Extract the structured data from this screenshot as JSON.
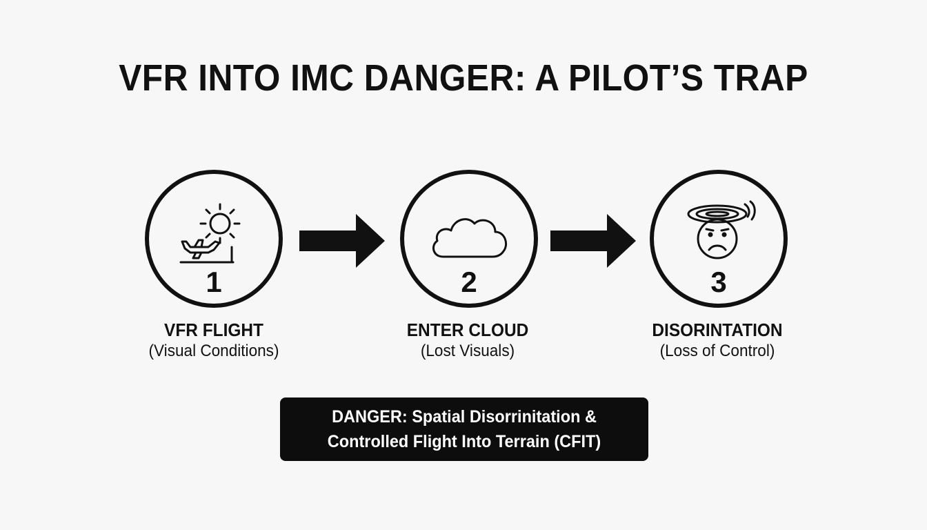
{
  "title": "VFR INTO IMC DANGER: A PILOT’S TRAP",
  "steps": [
    {
      "number": "1",
      "icon": "sun-airplane-icon",
      "label": "VFR FLIGHT",
      "sublabel": "(Visual Conditions)"
    },
    {
      "number": "2",
      "icon": "cloud-icon",
      "label": "ENTER CLOUD",
      "sublabel": "(Lost Visuals)"
    },
    {
      "number": "3",
      "icon": "dizzy-face-icon",
      "label": "DISORINTATION",
      "sublabel": "(Loss of Control)"
    }
  ],
  "danger": {
    "line1": "DANGER: Spatial Disorrinitation &",
    "line2": "Controlled Flight Into Terrain (CFIT)"
  },
  "colors": {
    "ink": "#111111",
    "background": "#f7f7f7",
    "banner": "#0d0d0d",
    "banner_text": "#ffffff"
  }
}
